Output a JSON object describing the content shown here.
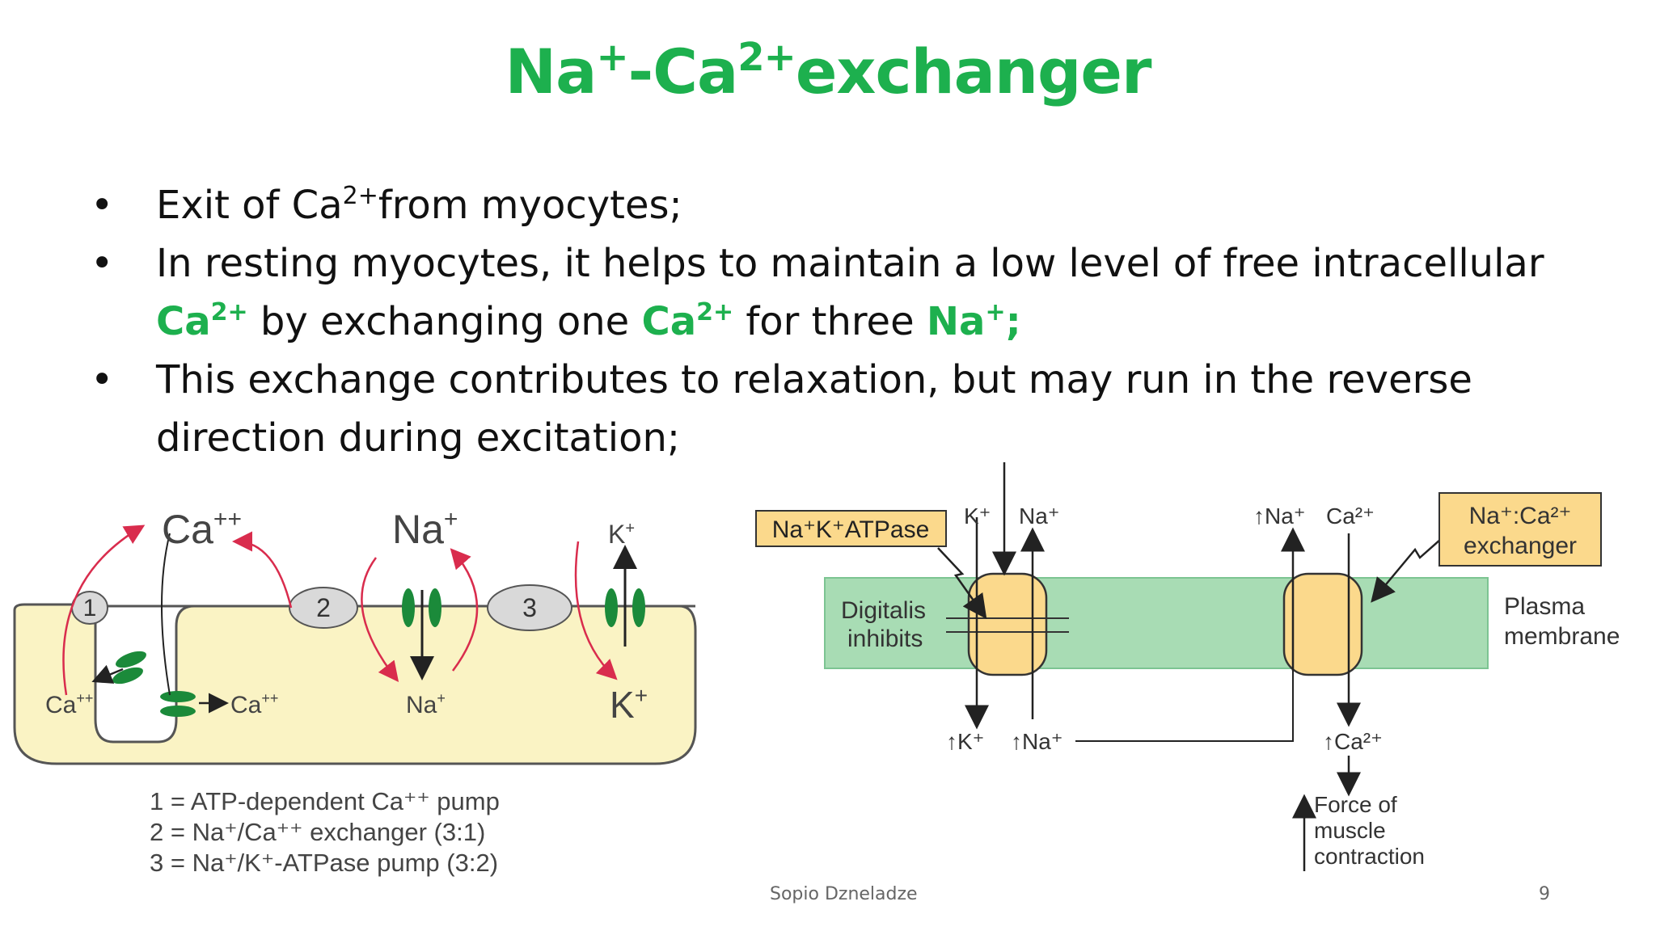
{
  "title": {
    "p1": "Na",
    "s1": "+",
    "p2": "-Ca",
    "s2": "2+",
    "p3": "exchanger"
  },
  "bullets": [
    {
      "marker": "•",
      "a": "Exit of Ca",
      "a_sup": "2+",
      "b": "from myocytes;"
    },
    {
      "marker": "•",
      "a": "In resting myocytes, it helps to maintain a low level of free intracellular ",
      "ca1": "Ca",
      "ca1_sup": "2+",
      "b": " by exchanging one ",
      "ca2": "Ca",
      "ca2_sup": "2+",
      "c": " for three ",
      "na": "Na",
      "na_sup": "+",
      "na_tail": ";"
    },
    {
      "marker": "•",
      "a": "This exchange contributes to relaxation, but may run in the reverse direction during excitation;"
    }
  ],
  "diagram_left": {
    "ca_top": "Ca",
    "ca_top_sup": "++",
    "na_top": "Na",
    "na_top_sup": "+",
    "k_top": "K",
    "k_top_sup": "+",
    "pump1": "1",
    "pump2": "2",
    "pump3": "3",
    "ca_in_left": "Ca",
    "ca_in_left_sup": "++",
    "ca_in_mid": "Ca",
    "ca_in_mid_sup": "++",
    "na_in": "Na",
    "na_in_sup": "+",
    "k_in": "K",
    "k_in_sup": "+",
    "legend1": "1 = ATP-dependent Ca⁺⁺ pump",
    "legend2": "2 = Na⁺/Ca⁺⁺ exchanger (3:1)",
    "legend3": "3 = Na⁺/K⁺-ATPase pump (3:2)"
  },
  "diagram_right": {
    "atpase_label": "Na⁺K⁺ATPase",
    "exchanger_label_1": "Na⁺:Ca²⁺",
    "exchanger_label_2": "exchanger",
    "k_top": "K⁺",
    "na_top": "Na⁺",
    "na_up_right": "↑Na⁺",
    "ca_top": "Ca²⁺",
    "digitalis_1": "Digitalis",
    "digitalis_2": "inhibits",
    "membrane_1": "Plasma",
    "membrane_2": "membrane",
    "k_bottom": "↑K⁺",
    "na_bottom": "↑Na⁺",
    "ca_bottom": "↑Ca²⁺",
    "force_1": "Force of",
    "force_2": "muscle",
    "force_3": "contraction"
  },
  "footer": {
    "author": "Sopio Dzneladze",
    "page": "9"
  },
  "colors": {
    "title_green": "#1db04e",
    "membrane_green": "#a8dcb4",
    "cell_yellow": "#faf3c4",
    "box_orange": "#fbd98c",
    "arrow_red": "#d92c4d",
    "channel_green": "#1b8a3a"
  }
}
